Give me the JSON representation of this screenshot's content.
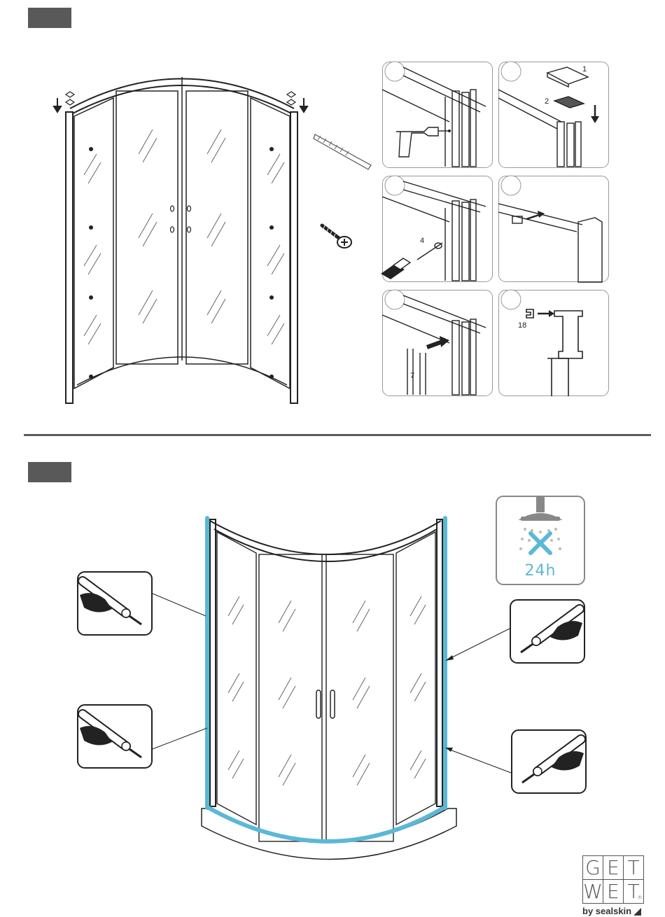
{
  "step1": {
    "part_labels": {
      "cap_1": "1",
      "cap_2": "2",
      "screw_4": "4",
      "seal_7": "7",
      "clip_18": "18"
    }
  },
  "step2": {
    "cure_time": "24h"
  },
  "brand": {
    "logo_row1": [
      "G",
      "E",
      "T"
    ],
    "logo_row2": [
      "W",
      "E",
      "T"
    ],
    "registered": "®",
    "byline": "by sealskin"
  },
  "colors": {
    "step_badge": "#595959",
    "sealant_blue": "#5bb8d6",
    "line_art": "#222222"
  }
}
